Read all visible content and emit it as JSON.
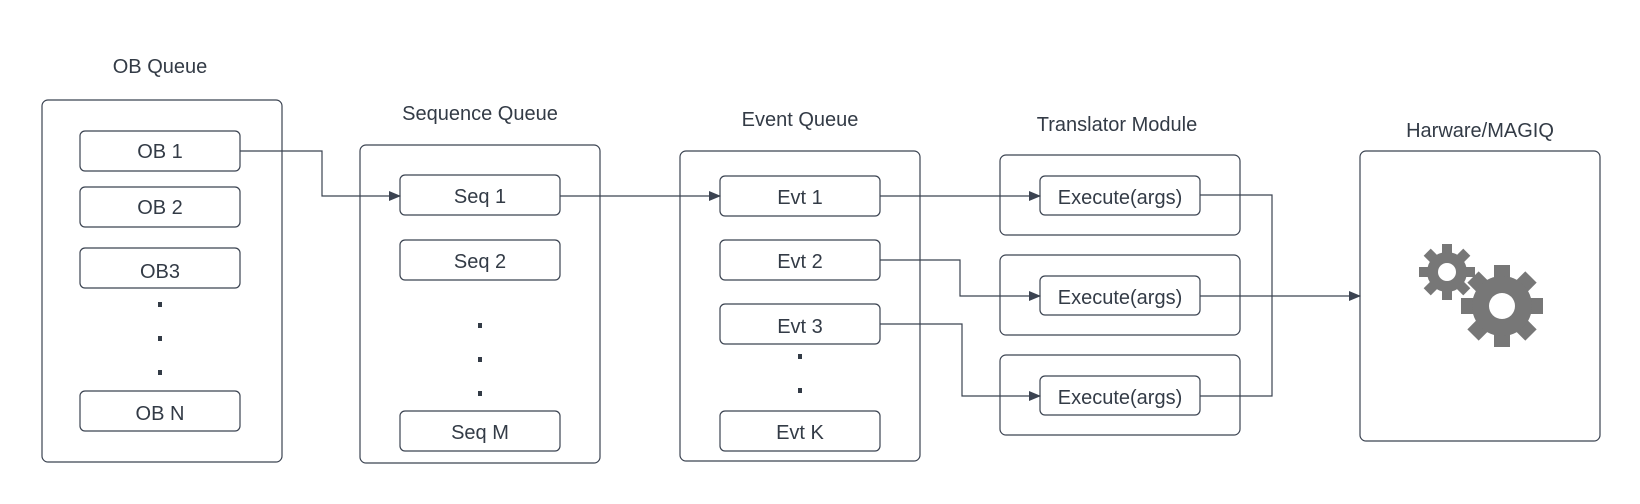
{
  "columns": {
    "ob_queue": {
      "title": "OB Queue",
      "items": [
        "OB 1",
        "OB 2",
        "OB3",
        "OB N"
      ],
      "ellipsis": ".\n.\n."
    },
    "sequence_queue": {
      "title": "Sequence Queue",
      "items": [
        "Seq 1",
        "Seq 2",
        "Seq M"
      ],
      "ellipsis": ".\n.\n."
    },
    "event_queue": {
      "title": "Event Queue",
      "items": [
        "Evt 1",
        "Evt 2",
        "Evt 3",
        "Evt K"
      ],
      "ellipsis": ".\n."
    },
    "translator_module": {
      "title": "Translator Module",
      "items": [
        "Execute(args)",
        "Execute(args)",
        "Execute(args)"
      ]
    },
    "hardware": {
      "title": "Harware/MAGIQ",
      "icon": "gears-icon"
    }
  },
  "colors": {
    "stroke": "#3b4351",
    "text": "#333b46",
    "gear": "#777777"
  }
}
